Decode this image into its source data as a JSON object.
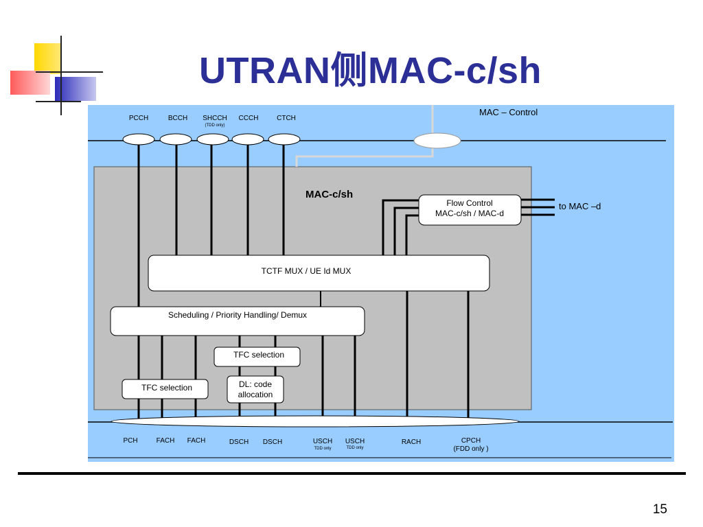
{
  "slide": {
    "title": "UTRAN侧MAC-c/sh",
    "page_number": "15"
  },
  "diagram": {
    "mac_control_label": "MAC – Control",
    "mac_csh_label": "MAC-c/sh",
    "to_mac_d_label": "to MAC –d",
    "logical_channels": [
      {
        "name": "PCCH",
        "note": ""
      },
      {
        "name": "BCCH",
        "note": ""
      },
      {
        "name": "SHCCH",
        "note": "(TDD only)"
      },
      {
        "name": "CCCH",
        "note": ""
      },
      {
        "name": "CTCH",
        "note": ""
      }
    ],
    "transport_channels": [
      {
        "name": "PCH",
        "note": ""
      },
      {
        "name": "FACH",
        "note": ""
      },
      {
        "name": "FACH",
        "note": ""
      },
      {
        "name": "DSCH",
        "note": ""
      },
      {
        "name": "DSCH",
        "note": ""
      },
      {
        "name": "USCH",
        "note": "TDD only"
      },
      {
        "name": "USCH",
        "note": "TDD only"
      },
      {
        "name": "RACH",
        "note": ""
      },
      {
        "name": "CPCH",
        "note": "(FDD only )"
      }
    ],
    "boxes": {
      "flow_control_line1": "Flow Control",
      "flow_control_line2": "MAC-c/sh / MAC-d",
      "tctf_mux": "TCTF MUX / UE Id MUX",
      "scheduling": "Scheduling / Priority Handling/ Demux",
      "tfc_selection_mid": "TFC selection",
      "tfc_selection_left": "TFC selection",
      "dl_code_line1": "DL: code",
      "dl_code_line2": "allocation"
    },
    "colors": {
      "background_blue": "#99ccff",
      "mac_box_gray": "#c0c0c0",
      "title_blue": "#2b2f96"
    }
  }
}
